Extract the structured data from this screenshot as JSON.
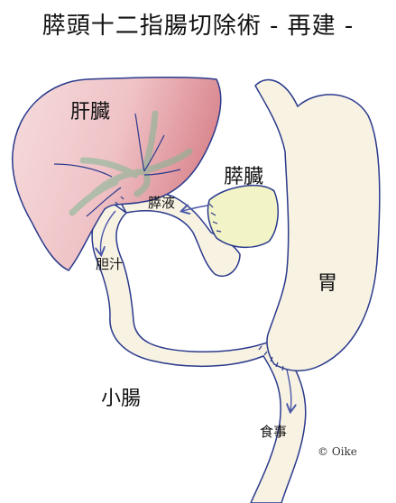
{
  "title": "膵頭十二指腸切除術 - 再建 -",
  "labels": {
    "liver": "肝臓",
    "pancreas": "膵臓",
    "stomach": "胃",
    "small_intestine": "小腸",
    "pancreatic_juice": "膵液",
    "bile": "胆汁",
    "food": "食事"
  },
  "credit": "© Oike",
  "colors": {
    "liver_fill": "#efc4c8",
    "liver_dark": "#d98a91",
    "bile_duct": "#b6dcc3",
    "pancreas_fill": "#f2f3c6",
    "intestine_fill": "#f8f2e3",
    "outline": "#2a3a8c",
    "arrow": "#4a58a8"
  }
}
